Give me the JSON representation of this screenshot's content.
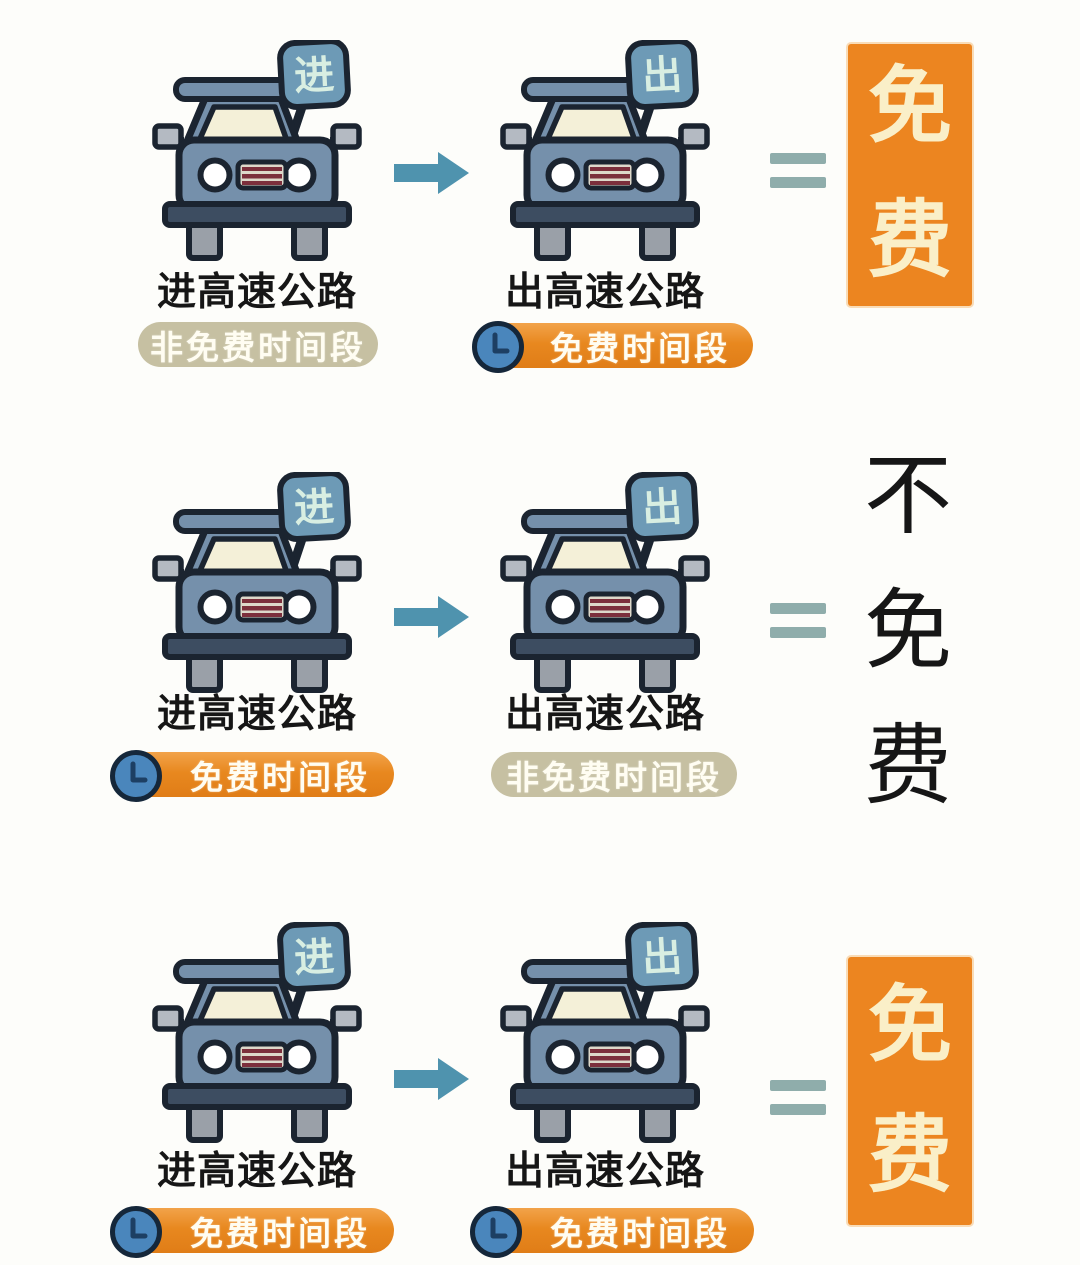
{
  "rows": [
    {
      "left": {
        "sign": "进",
        "label": "进高速公路",
        "badge": {
          "text": "非免费时间段",
          "variant": "beige",
          "clock": false
        }
      },
      "right": {
        "sign": "出",
        "label": "出高速公路",
        "badge": {
          "text": "免费时间段",
          "variant": "orange",
          "clock": true
        }
      },
      "result": {
        "text": "免费",
        "chars": [
          "免",
          "费"
        ],
        "variant": "orange-box"
      }
    },
    {
      "left": {
        "sign": "进",
        "label": "进高速公路",
        "badge": {
          "text": "免费时间段",
          "variant": "orange",
          "clock": true
        }
      },
      "right": {
        "sign": "出",
        "label": "出高速公路",
        "badge": {
          "text": "非免费时间段",
          "variant": "beige",
          "clock": false
        }
      },
      "result": {
        "text": "不免费",
        "chars": [
          "不",
          "免",
          "费"
        ],
        "variant": "plain-text"
      }
    },
    {
      "left": {
        "sign": "进",
        "label": "进高速公路",
        "badge": {
          "text": "免费时间段",
          "variant": "orange",
          "clock": true
        }
      },
      "right": {
        "sign": "出",
        "label": "出高速公路",
        "badge": {
          "text": "免费时间段",
          "variant": "orange",
          "clock": true
        }
      },
      "result": {
        "text": "免费",
        "chars": [
          "免",
          "费"
        ],
        "variant": "orange-box"
      }
    }
  ],
  "colors": {
    "background": "#fdfdfa",
    "car_body": "#7590ab",
    "outline": "#1b2430",
    "windshield": "#f4f0d8",
    "sign_bg": "#6d9ab6",
    "sign_text": "#d8eee2",
    "arrow": "#4f93ae",
    "equals": "#8fadab",
    "result_orange": "#ec8520",
    "result_orange_text": "#faefc8",
    "result_dark_text": "#161616",
    "pill_orange": "#e8881f",
    "pill_beige": "#c6c0a2",
    "pill_text": "#fffdf2",
    "clock_face": "#4a86bc",
    "grille_stripe": "#7c2f3c"
  }
}
